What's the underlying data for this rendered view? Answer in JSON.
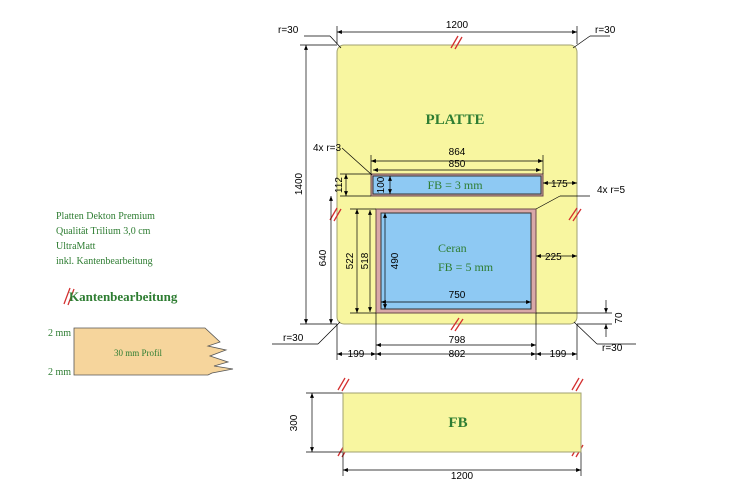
{
  "notes": {
    "line1": "Platten Dekton Premium",
    "line2": "Qualität Trilium 3,0 cm",
    "line3": "UltraMatt",
    "line4": "inkl. Kantenbearbeitung"
  },
  "legend": {
    "edge_title": "Kantenbearbeitung",
    "profile_label": "30 mm Profil",
    "thickness_top": "2 mm",
    "thickness_bottom": "2 mm"
  },
  "platte": {
    "title": "PLATTE",
    "width": "1200",
    "height": "1400",
    "radius_tl": "r=30",
    "radius_tr": "r=30",
    "radius_bl": "r=30",
    "radius_br": "r=30"
  },
  "slot": {
    "label": "FB = 3 mm",
    "radius": "4x r=3",
    "width_outer": "864",
    "width_inner": "850",
    "offset_right": "175",
    "offset_top": "112",
    "height": "100"
  },
  "cooktop": {
    "label1": "Ceran",
    "label2": "FB = 5 mm",
    "radius": "4x r=5",
    "width_inner": "750",
    "width_outer": "798",
    "width_cut": "802",
    "height_outer": "522",
    "height_inner": "518",
    "height_glass": "490",
    "height_total": "640",
    "offset_right": "225",
    "offset_bottom": "70",
    "margin_left": "199",
    "margin_right": "199"
  },
  "fb": {
    "title": "FB",
    "height": "300",
    "width": "1200"
  },
  "colors": {
    "plate": "#f8f6a0",
    "glass": "#8ec9f3",
    "edge_mark": "#d32f2f",
    "profile": "#f6d59c",
    "text_green": "#2e7d32"
  }
}
